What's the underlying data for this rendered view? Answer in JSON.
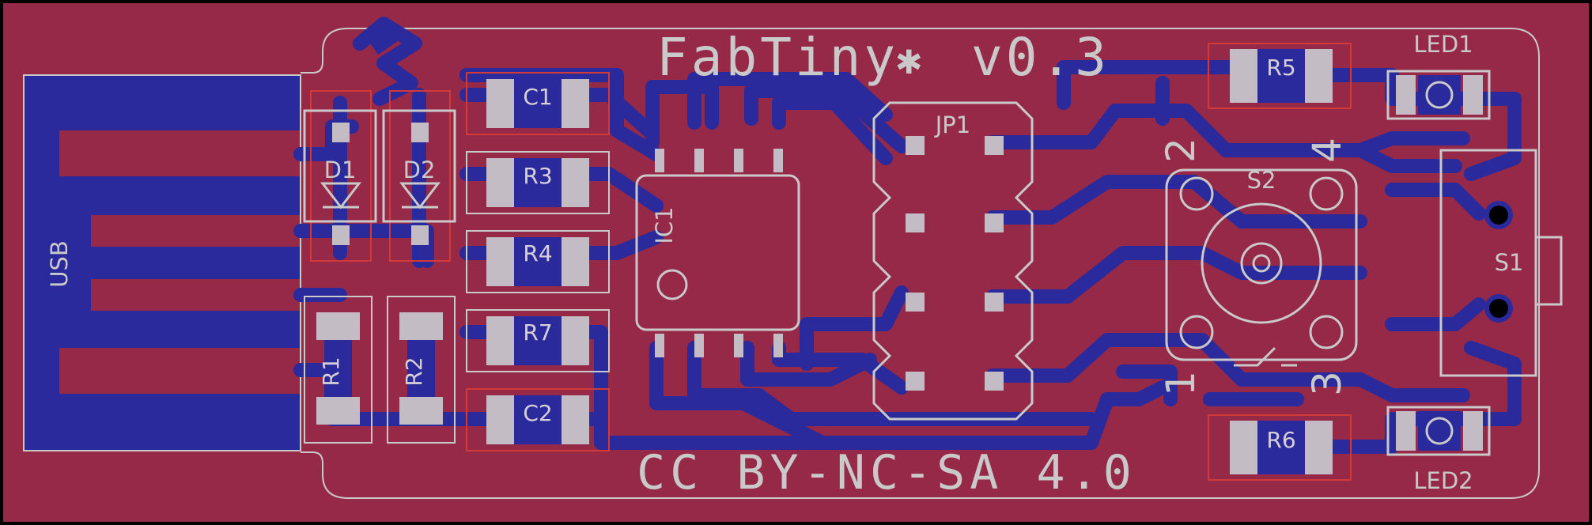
{
  "board": {
    "title": "FabTiny",
    "title_symbol": "✱",
    "version": "v0.3",
    "license": "CC BY-NC-SA 4.0",
    "colors": {
      "substrate": "#962848",
      "copper_bottom": "#2a2a9c",
      "silkscreen": "#c9c9c9",
      "pad": "#c4bcc4",
      "background": "#000000"
    }
  },
  "labels": {
    "usb": "USB",
    "d1": "D1",
    "d2": "D2",
    "r1": "R1",
    "r2": "R2",
    "c1": "C1",
    "r3": "R3",
    "r4": "R4",
    "r7": "R7",
    "c2": "C2",
    "ic1": "IC1",
    "jp1": "JP1",
    "r5": "R5",
    "r6": "R6",
    "led1": "LED1",
    "led2": "LED2",
    "s1": "S1",
    "s2": "S2",
    "pin1": "1",
    "pin2": "2",
    "pin3": "3",
    "pin4": "4"
  }
}
